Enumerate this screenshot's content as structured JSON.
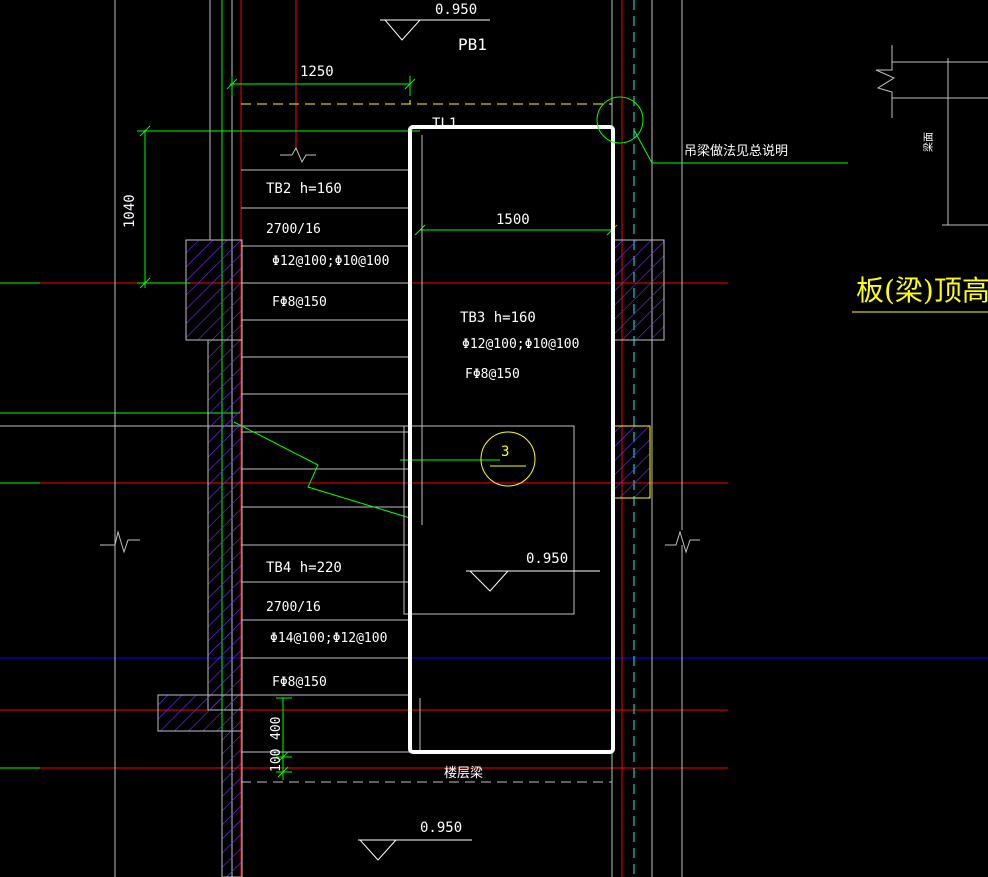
{
  "colors": {
    "background": "#000000",
    "axis_red": "#ff0000",
    "axis_green": "#00ff00",
    "axis_blue": "#0000ff",
    "magenta": "#ff00ff",
    "cyan": "#00ffff",
    "yellow": "#ffff00",
    "white": "#ffffff",
    "grey": "#bfbfbf",
    "wall_hatch": "#6600cc"
  },
  "labels": {
    "level_top": "0.950",
    "pb1": "PB1",
    "dim_1250": "1250",
    "tl1": "TL1",
    "hang_beam_note": "吊梁做法见总说明",
    "dim_1040": "1040",
    "dim_1500": "1500",
    "tb2_title": "TB2  h=160",
    "tb2_steps": "2700/16",
    "tb2_rebar_main": "Φ12@100;Φ10@100",
    "tb2_rebar_dist": "FΦ8@150",
    "tb3_title": "TB3  h=160",
    "tb3_rebar_main": "Φ12@100;Φ10@100",
    "tb3_rebar_dist": "FΦ8@150",
    "section_mark": "3",
    "level_mid": "0.950",
    "tb4_title": "TB4  h=220",
    "tb4_steps": "2700/16",
    "tb4_rebar_main": "Φ14@100;Φ12@100",
    "tb4_rebar_dist": "FΦ8@150",
    "dim_400": "400",
    "dim_100": "100",
    "floor_beam": "楼层梁",
    "level_bottom": "0.950",
    "right_note": "板(梁)顶高于梁",
    "right_small": "梁面"
  }
}
